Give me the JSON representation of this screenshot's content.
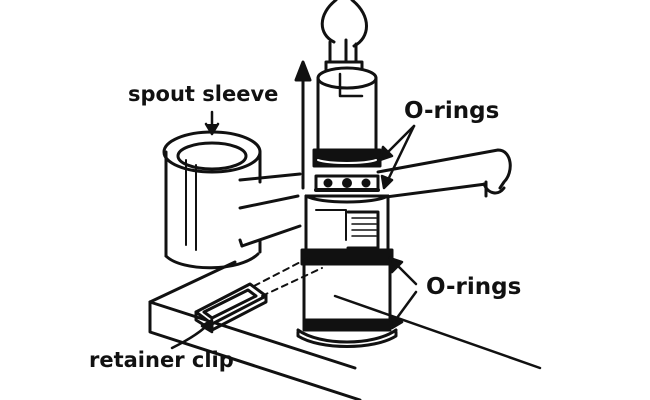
{
  "labels": {
    "spout_sleeve": "spout sleeve",
    "o_rings_top": "O-rings",
    "o_rings_bottom": "O-rings",
    "retainer_clip": "retainer clip"
  },
  "colors": {
    "line": "#111111",
    "background": "#ffffff"
  }
}
